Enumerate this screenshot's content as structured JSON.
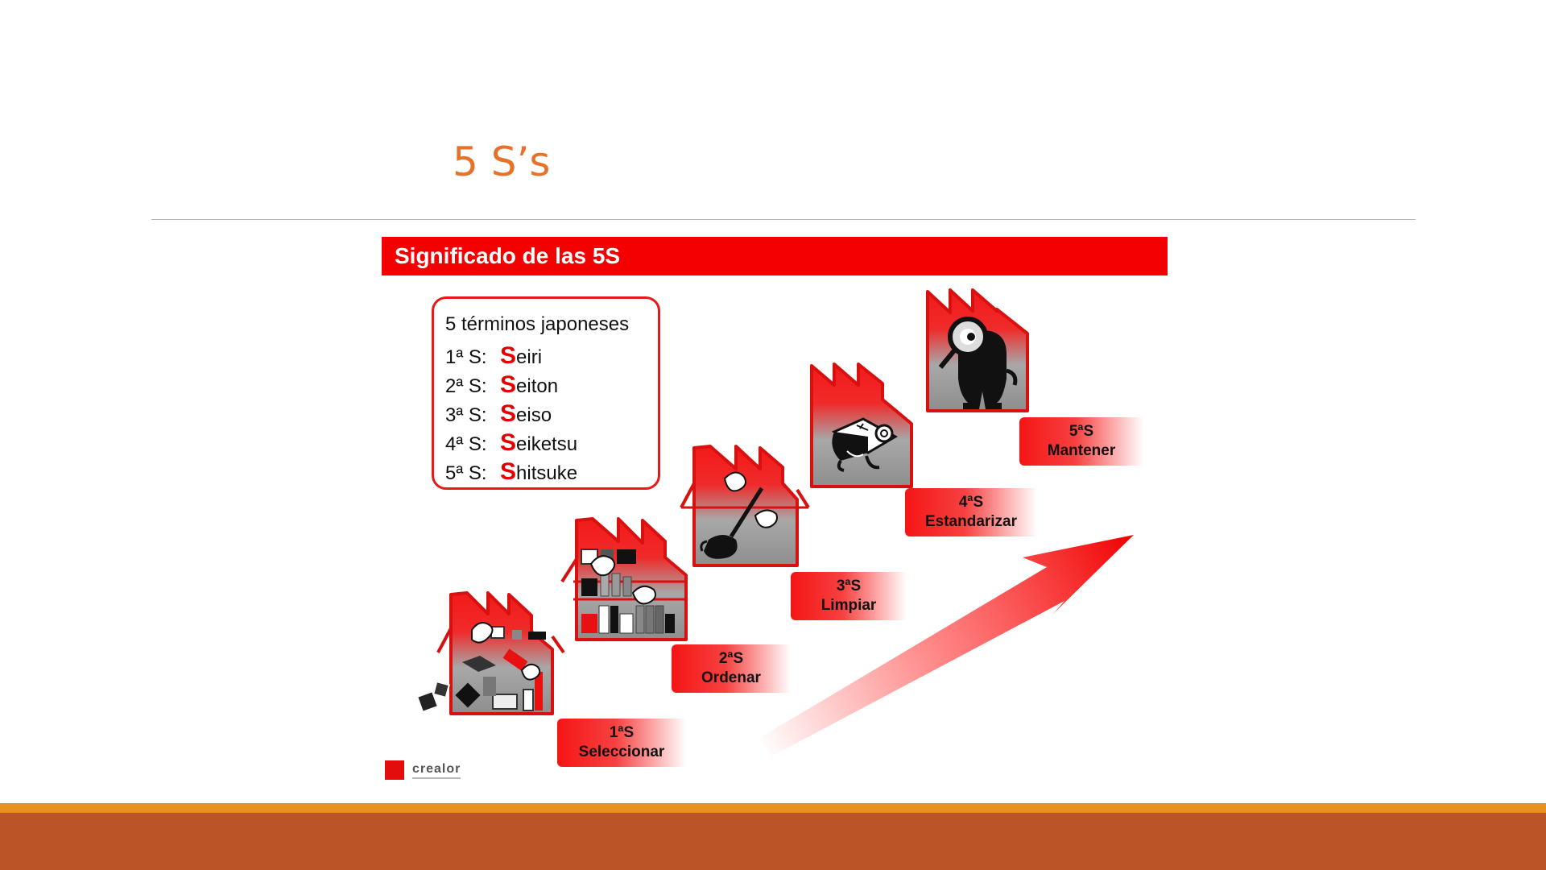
{
  "slide": {
    "title": "5 S’s"
  },
  "banner": {
    "title": "Significado de las 5S"
  },
  "terms_box": {
    "heading": "5 términos japoneses",
    "terms": [
      {
        "num": "1ª S:",
        "initial": "S",
        "rest": "eiri"
      },
      {
        "num": "2ª S:",
        "initial": "S",
        "rest": "eiton"
      },
      {
        "num": "3ª S:",
        "initial": "S",
        "rest": "eiso"
      },
      {
        "num": "4ª S:",
        "initial": "S",
        "rest": "eiketsu"
      },
      {
        "num": "5ª S:",
        "initial": "S",
        "rest": "hitsuke"
      }
    ]
  },
  "steps": [
    {
      "num": "1ªS",
      "name": "Seleccionar"
    },
    {
      "num": "2ªS",
      "name": "Ordenar"
    },
    {
      "num": "3ªS",
      "name": "Limpiar"
    },
    {
      "num": "4ªS",
      "name": "Estandarizar"
    },
    {
      "num": "5ªS",
      "name": "Mantener"
    }
  ],
  "logo": {
    "text": "crealor"
  },
  "colors": {
    "accent_red": "#f50000",
    "title_orange": "#e8712a",
    "footer_orange": "#e9901f",
    "footer_rust": "#bb5427"
  },
  "icons": [
    "factory-icon",
    "cluttered-objects-icon",
    "sorted-shelves-icon",
    "mop-icon",
    "manual-book-icon",
    "magnifier-character-icon",
    "growth-arrow-icon"
  ]
}
